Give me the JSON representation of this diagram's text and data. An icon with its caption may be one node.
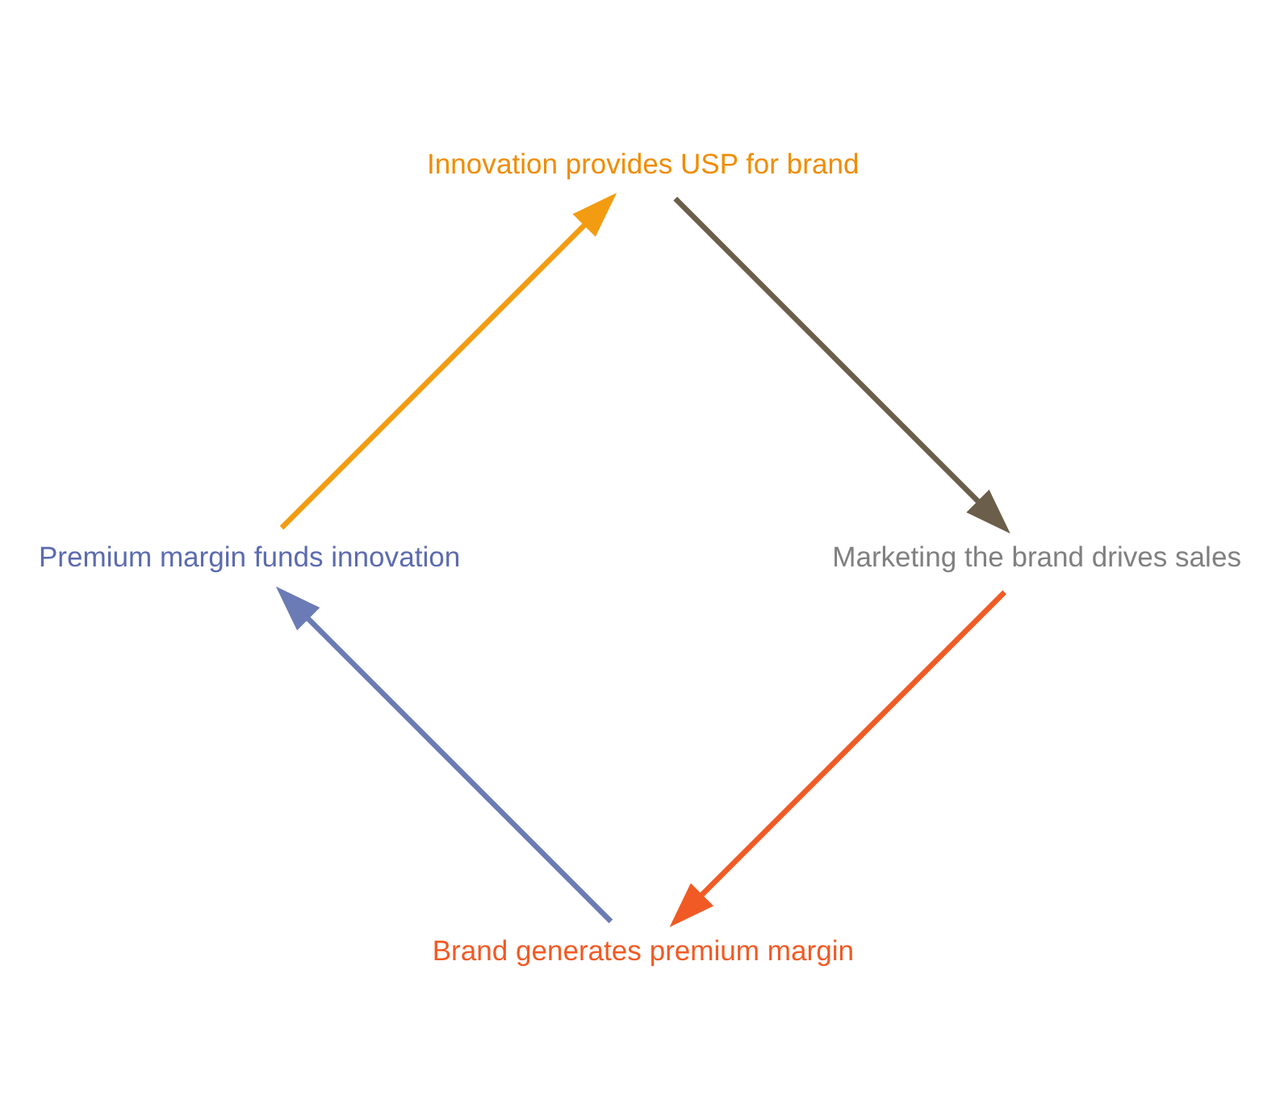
{
  "diagram": {
    "nodes": [
      {
        "text": [
          "Brand generates premium margin"
        ]
      },
      {
        "text": [
          "Premium margin funds innovation"
        ]
      },
      {
        "text": [
          "Marketing the brand drives sales"
        ]
      },
      {
        "text": [
          "Innovation provides USP for brand"
        ]
      }
    ],
    "edges": [
      {
        "from": 2,
        "to": 0,
        "arrow": "to",
        "color": "#f15a24"
      },
      {
        "from": 0,
        "to": 1,
        "arrow": "to",
        "color": "#6b7bb5"
      },
      {
        "from": 1,
        "to": 3,
        "arrow": "to",
        "color": "#f39c12"
      },
      {
        "from": 3,
        "to": 2,
        "arrow": "to",
        "color": "#6b5e4a"
      }
    ]
  }
}
